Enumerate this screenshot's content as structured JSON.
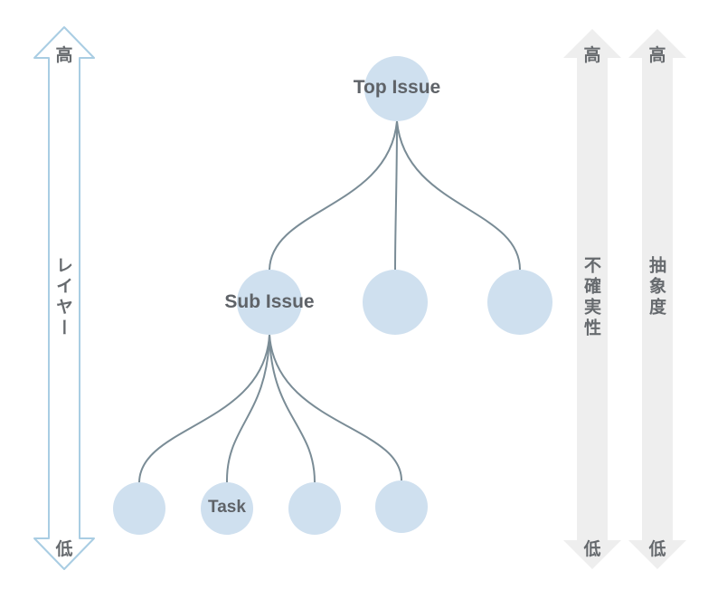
{
  "tree": {
    "top": "Top Issue",
    "sub": "Sub Issue",
    "task": "Task"
  },
  "axes": {
    "layer": {
      "label": "レイヤー",
      "high": "高",
      "low": "低"
    },
    "uncertainty": {
      "label": "不確実性",
      "high": "高",
      "low": "低"
    },
    "abstraction": {
      "label": "抽象度",
      "high": "高",
      "low": "低"
    }
  },
  "colors": {
    "node_fill": "#cfe0ef",
    "edge": "#7a8c96",
    "layer_arrow_stroke": "#a9cde3",
    "gray_arrow_fill": "#eeeeee",
    "text": "#666a6e"
  }
}
